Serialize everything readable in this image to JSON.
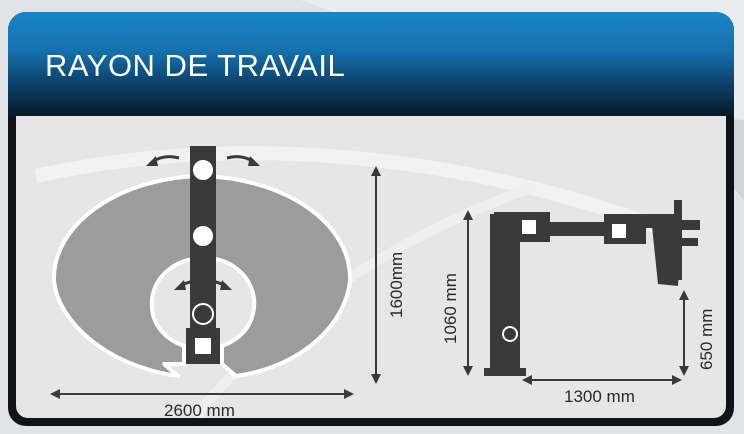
{
  "header": {
    "title": "RAYON DE TRAVAIL"
  },
  "dimensions": {
    "top_width": "2600 mm",
    "top_height": "1600mm",
    "side_height": "1060  mm",
    "side_reach": "1300 mm",
    "side_low": "650 mm"
  },
  "colors": {
    "header_blue": "#1a86c8",
    "header_dark": "#061a2c",
    "zone_fill": "#9c9c9c",
    "arm_fill": "#3a3a3a",
    "content_bg": "#e6e6e6"
  }
}
